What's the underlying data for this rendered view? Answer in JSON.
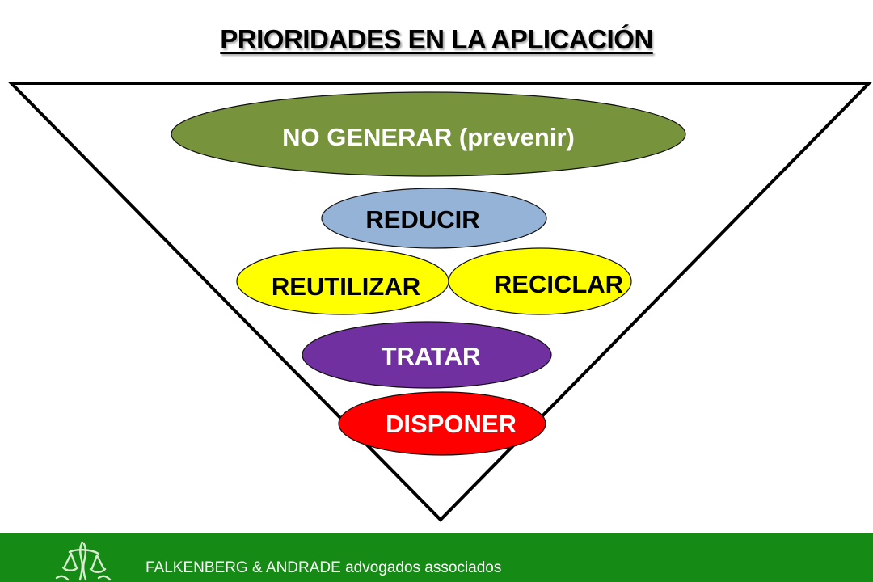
{
  "title": "PRIORIDADES EN LA APLICACIÓN",
  "levels": [
    {
      "label": "NO GENERAR (prevenir)",
      "color": "#77933C"
    },
    {
      "label": "REDUCIR",
      "color": "#95B3D7"
    },
    {
      "label": "REUTILIZAR",
      "color": "#FFFF00"
    },
    {
      "label": "RECICLAR",
      "color": "#FFFF00"
    },
    {
      "label": "TRATAR",
      "color": "#7030A0"
    },
    {
      "label": "DISPONER",
      "color": "#FF0000"
    }
  ],
  "footer": {
    "text": "FALKENBERG & ANDRADE advogados associados",
    "background": "#158A15",
    "logo_icon": "scales-of-justice-logo"
  }
}
